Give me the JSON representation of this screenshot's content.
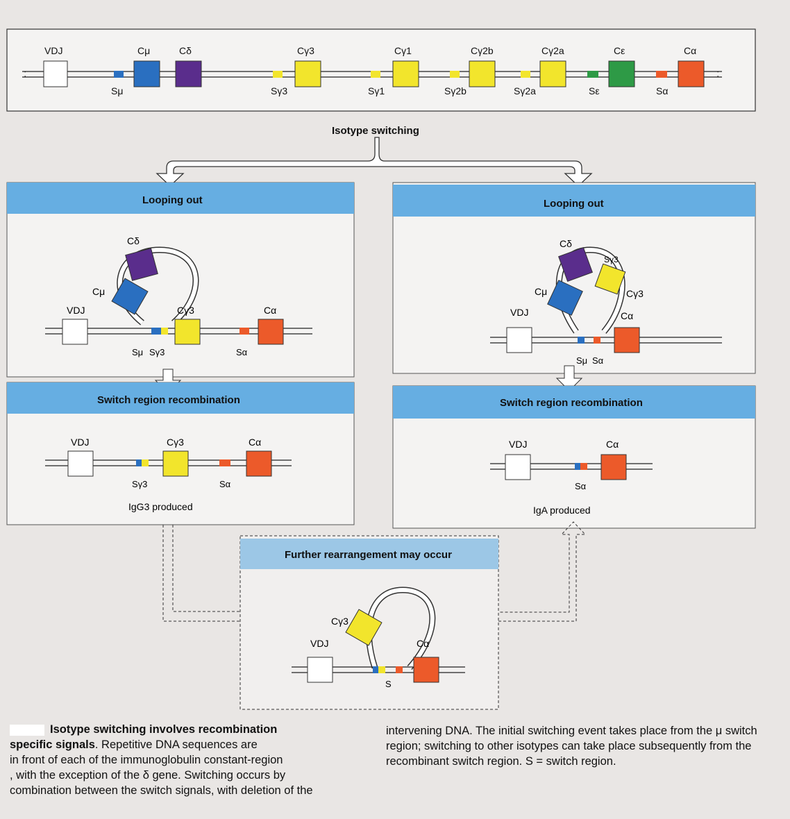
{
  "labels": {
    "vdj": "VDJ",
    "c_mu": "Cμ",
    "c_delta": "Cδ",
    "c_g3": "Cγ3",
    "c_g1": "Cγ1",
    "c_g2b": "Cγ2b",
    "c_g2a": "Cγ2a",
    "c_eps": "Cε",
    "c_alpha": "Cα",
    "s_mu": "Sμ",
    "s_g3": "Sγ3",
    "s_g1": "Sγ1",
    "s_g2b": "Sγ2b",
    "s_g2a": "Sγ2a",
    "s_eps": "Sε",
    "s_alpha": "Sα",
    "s_plain": "S"
  },
  "stages": {
    "isotype_switching": "Isotype switching",
    "looping_out": "Looping out",
    "switch_recombination": "Switch region recombination",
    "further": "Further rearrangement may occur"
  },
  "products": {
    "igg3": "IgG3 produced",
    "iga": "IgA produced"
  },
  "colors": {
    "mu": "#2a6fc0",
    "delta": "#5a2d8c",
    "gamma": "#f2e52c",
    "epsilon": "#2e9a46",
    "alpha": "#ec5a2a",
    "vdj": "#ffffff",
    "band": "#66aee2"
  },
  "caption": {
    "title_part1": "Isotype switching involves recombination",
    "title_part2": "specific signals",
    "text1": ". Repetitive DNA sequences are",
    "text2": "in front of each of the immunoglobulin constant-region",
    "text3": ", with the exception of the δ gene. Switching occurs by",
    "text4": "combination between the switch signals, with deletion of the",
    "right": "intervening DNA. The initial switching event takes place from the μ switch region; switching to other isotypes can take place subsequently from the recombinant switch region. S = switch region."
  }
}
